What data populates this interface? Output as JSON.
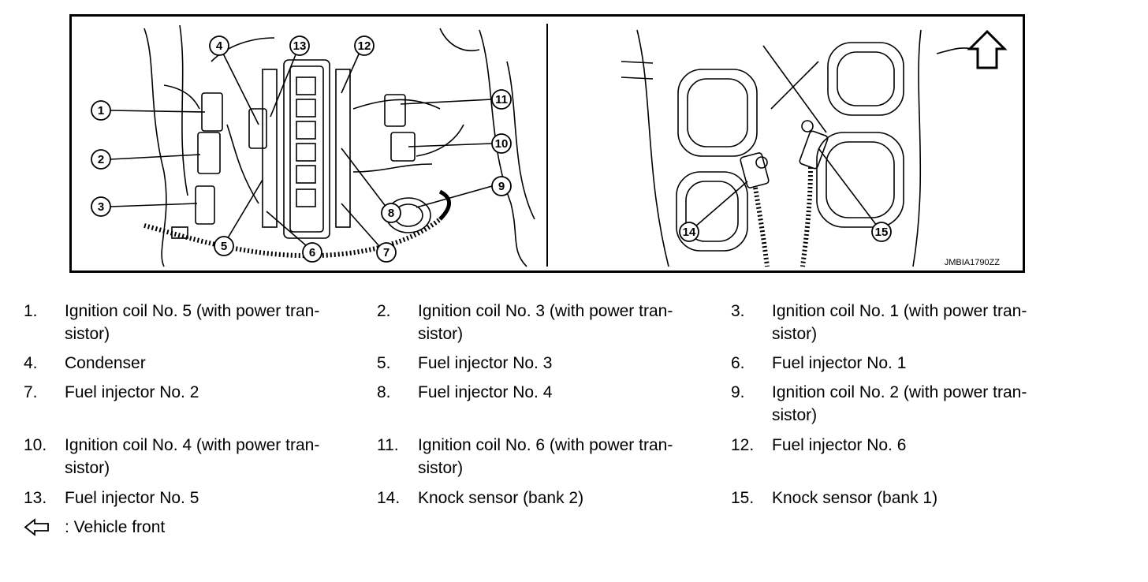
{
  "diagram": {
    "image_code": "JMBIA1790ZZ",
    "callouts": [
      "1",
      "2",
      "3",
      "4",
      "5",
      "6",
      "7",
      "8",
      "9",
      "10",
      "11",
      "12",
      "13",
      "14",
      "15"
    ]
  },
  "legend": {
    "items": [
      {
        "num": "1.",
        "text": "Ignition coil No. 5 (with power tran-­sistor)",
        "l1": "Ignition coil No. 5 (with power tran-",
        "l2": "sistor)"
      },
      {
        "num": "2.",
        "l1": "Ignition coil No. 3 (with power tran-",
        "l2": "sistor)"
      },
      {
        "num": "3.",
        "l1": "Ignition coil No. 1 (with power tran-",
        "l2": "sistor)"
      },
      {
        "num": "4.",
        "l1": "Condenser",
        "l2": ""
      },
      {
        "num": "5.",
        "l1": "Fuel injector No. 3",
        "l2": ""
      },
      {
        "num": "6.",
        "l1": "Fuel injector No. 1",
        "l2": ""
      },
      {
        "num": "7.",
        "l1": "Fuel injector No. 2",
        "l2": ""
      },
      {
        "num": "8.",
        "l1": "Fuel injector No. 4",
        "l2": ""
      },
      {
        "num": "9.",
        "l1": "Ignition coil No. 2 (with power tran-",
        "l2": "sistor)"
      },
      {
        "num": "10.",
        "l1": "Ignition coil No. 4 (with power tran-",
        "l2": "sistor)"
      },
      {
        "num": "11.",
        "l1": "Ignition coil No. 6 (with power tran-",
        "l2": "sistor)"
      },
      {
        "num": "12.",
        "l1": "Fuel injector No. 6",
        "l2": ""
      },
      {
        "num": "13.",
        "l1": "Fuel injector No. 5",
        "l2": ""
      },
      {
        "num": "14.",
        "l1": "Knock sensor (bank 2)",
        "l2": ""
      },
      {
        "num": "15.",
        "l1": "Knock sensor (bank 1)",
        "l2": ""
      }
    ],
    "vehicle_front": ": Vehicle front",
    "front_icon": "arrow-left-outline-icon"
  }
}
